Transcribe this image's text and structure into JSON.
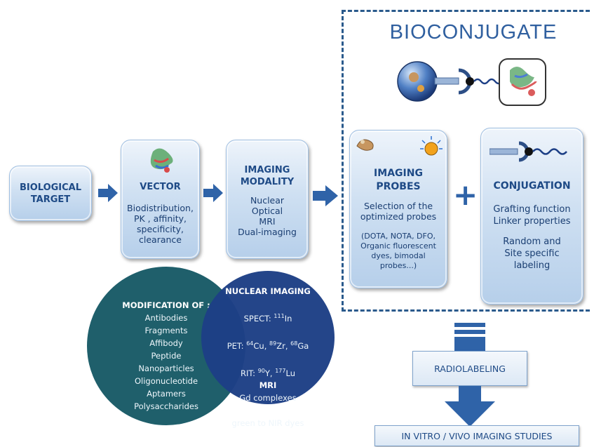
{
  "bioconjugate_title": "BIOCONJUGATE",
  "biological_target": "BIOLOGICAL\nTARGET",
  "vector": {
    "title": "VECTOR",
    "text": "Biodistribution,\nPK , affinity,\nspecificity,\nclearance"
  },
  "imaging_modality": {
    "title": "IMAGING\nMODALITY",
    "text": "Nuclear\nOptical\nMRI\nDual-imaging"
  },
  "imaging_probes": {
    "title": "IMAGING\nPROBES",
    "text": "Selection of the\noptimized probes",
    "examples": "(DOTA, NOTA, DFO,\nOrganic fluorescent\ndyes, bimodal\nprobes...)"
  },
  "plus_sign": "+",
  "conjugation": {
    "title": "CONJUGATION",
    "text1": "Grafting function\nLinker properties",
    "text2": "Random and\nSite specific\nlabeling"
  },
  "modification": {
    "title": "MODIFICATION OF :",
    "items": [
      "Antibodies",
      "Fragments",
      "Affibody",
      "Peptide",
      "Nanoparticles",
      "Oligonucleotide",
      "Aptamers",
      "Polysaccharides"
    ]
  },
  "nuclear_imaging": {
    "title": "NUCLEAR IMAGING",
    "spect_label": "SPECT: ",
    "spect_sup": "111",
    "spect_el": "In",
    "pet": "PET: ",
    "pet_items": [
      {
        "sup": "64",
        "el": "Cu"
      },
      {
        "sup": "89",
        "el": "Zr"
      },
      {
        "sup": "68",
        "el": "Ga"
      }
    ],
    "rit": "RIT: ",
    "rit_items": [
      {
        "sup": "90",
        "el": "Y"
      },
      {
        "sup": "177",
        "el": "Lu"
      }
    ],
    "mri_title": "MRI",
    "mri_text": "Gd complexes",
    "optical_title": "OPTICAL",
    "optical_text": "green to NIR dyes"
  },
  "radiolabeling": "RADIOLABELING",
  "imaging_studies": "IN VITRO / VIVO IMAGING STUDIES",
  "colors": {
    "teal_circle": "#1f5f6b",
    "navy_circle": "#1d3f86",
    "arrow_blue": "#2f63a8",
    "dashed_border": "#2a5a8c"
  }
}
